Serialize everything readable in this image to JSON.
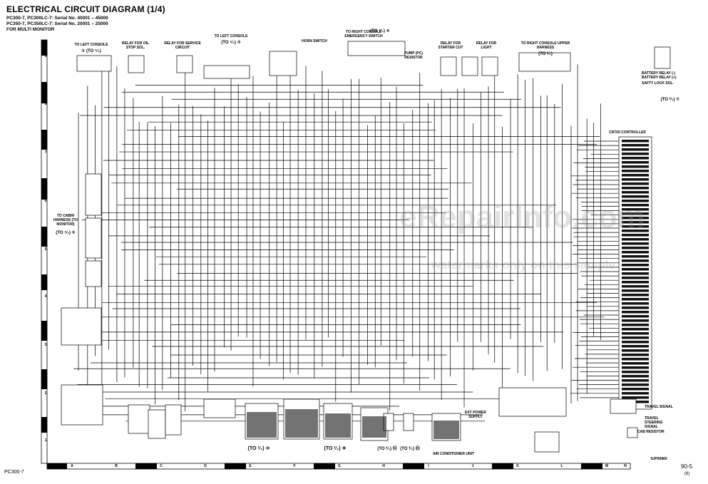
{
  "header": {
    "title": "ELECTRICAL CIRCUIT DIAGRAM (1/4)",
    "line1": "PC300-7, PC300LC-7: Serial No. 40001 – 45000",
    "line2": "PC350-7, PC350LC-7: Serial No. 20001 – 25000",
    "line3": "FOR MULTI MONITOR"
  },
  "rows": [
    "9",
    "8",
    "7",
    "6",
    "5",
    "4",
    "3",
    "2",
    "1"
  ],
  "columns": [
    "A",
    "B",
    "C",
    "D",
    "E",
    "F",
    "G",
    "H",
    "I",
    "J",
    "K",
    "L",
    "M",
    "N"
  ],
  "labels": {
    "to_left_console_1": "TO LEFT CONSOLE",
    "to_left_console_1_ref": "① (TO ⁴⁄₄)",
    "relay_oil_stop": "RELAY FOR OIL STOP SOL.",
    "relay_service": "RELAY FOR SERVICE CIRCUIT",
    "to_left_console_2": "TO LEFT CONSOLE",
    "to_left_console_2_ref": "(TO ⁴⁄₄) ③",
    "horn_switch": "HORN SWITCH",
    "to_right_console": "TO RIGHT CONSOLE EMERGENCY SWITCH",
    "to_right_console_ref": "(TO ⁴⁄₄) ④",
    "pump_resistor": "PUMP (PC) RESISTOR",
    "relay_starter": "RELAY FOR STARTER CUT",
    "relay_light": "RELAY FOR LIGHT",
    "to_right_console_upper": "TO RIGHT CONSOLE UPPER HARNESS",
    "to_right_console_upper_ref": "(TO ²⁄₄)",
    "battery_relay": "BATTERY RELAY (-) BATTERY RELAY (+)",
    "safety_lock": "SAFTY LOCK SOL.",
    "to_ref_right": "(TO ²⁄₄) ⑦",
    "controller": "CR700 CONTROLLER",
    "to_cabin_harness": "TO CABIN HARNESS (TO MONITOR)",
    "to_cabin_ref": "(TO ⁴⁄₄) ⑤",
    "bottom_ref_1": "(TO ²⁄₄) ⑩",
    "bottom_ref_2": "(TO ²⁄₄) ⑧",
    "bottom_ref_3": "(TO ²⁄₄) ⑫",
    "bottom_ref_4": "(TO ²⁄₄) ⑬",
    "ext_power": "EXT POWER SUPPLY",
    "air_conditioner": "AIR CONDITIONER UNIT",
    "travel_signal": "TRAVEL SIGNAL",
    "travel_steering": "TRAVEL STEERING SIGNAL",
    "cab_resistor": "CAB RESISTOR",
    "drawing_no": "SJP00860"
  },
  "watermark": {
    "line1": "eRepairInfo.com",
    "line2": "watermarks only on this sample"
  },
  "footer": {
    "model": "PC300-7",
    "page": "90-5",
    "rev": "(6)"
  },
  "colors": {
    "wire": "#000000",
    "watermark": "#9a9a9a"
  }
}
